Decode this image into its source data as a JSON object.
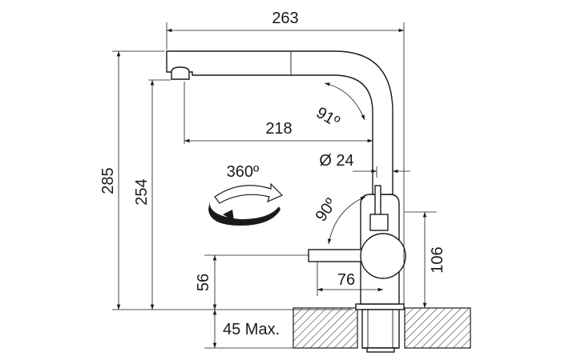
{
  "dimensions": {
    "overall_width": "263",
    "overall_height": "285",
    "spout_height": "254",
    "spout_reach": "218",
    "spout_angle": "91º",
    "pipe_diameter": "Ø 24",
    "swivel": "360º",
    "lever_angle": "90º",
    "lever_length": "76",
    "lever_height_above_deck": "56",
    "body_height": "106",
    "max_deck_thickness": "45 Max."
  },
  "colors": {
    "line": "#1a1a1a",
    "background": "#ffffff"
  }
}
